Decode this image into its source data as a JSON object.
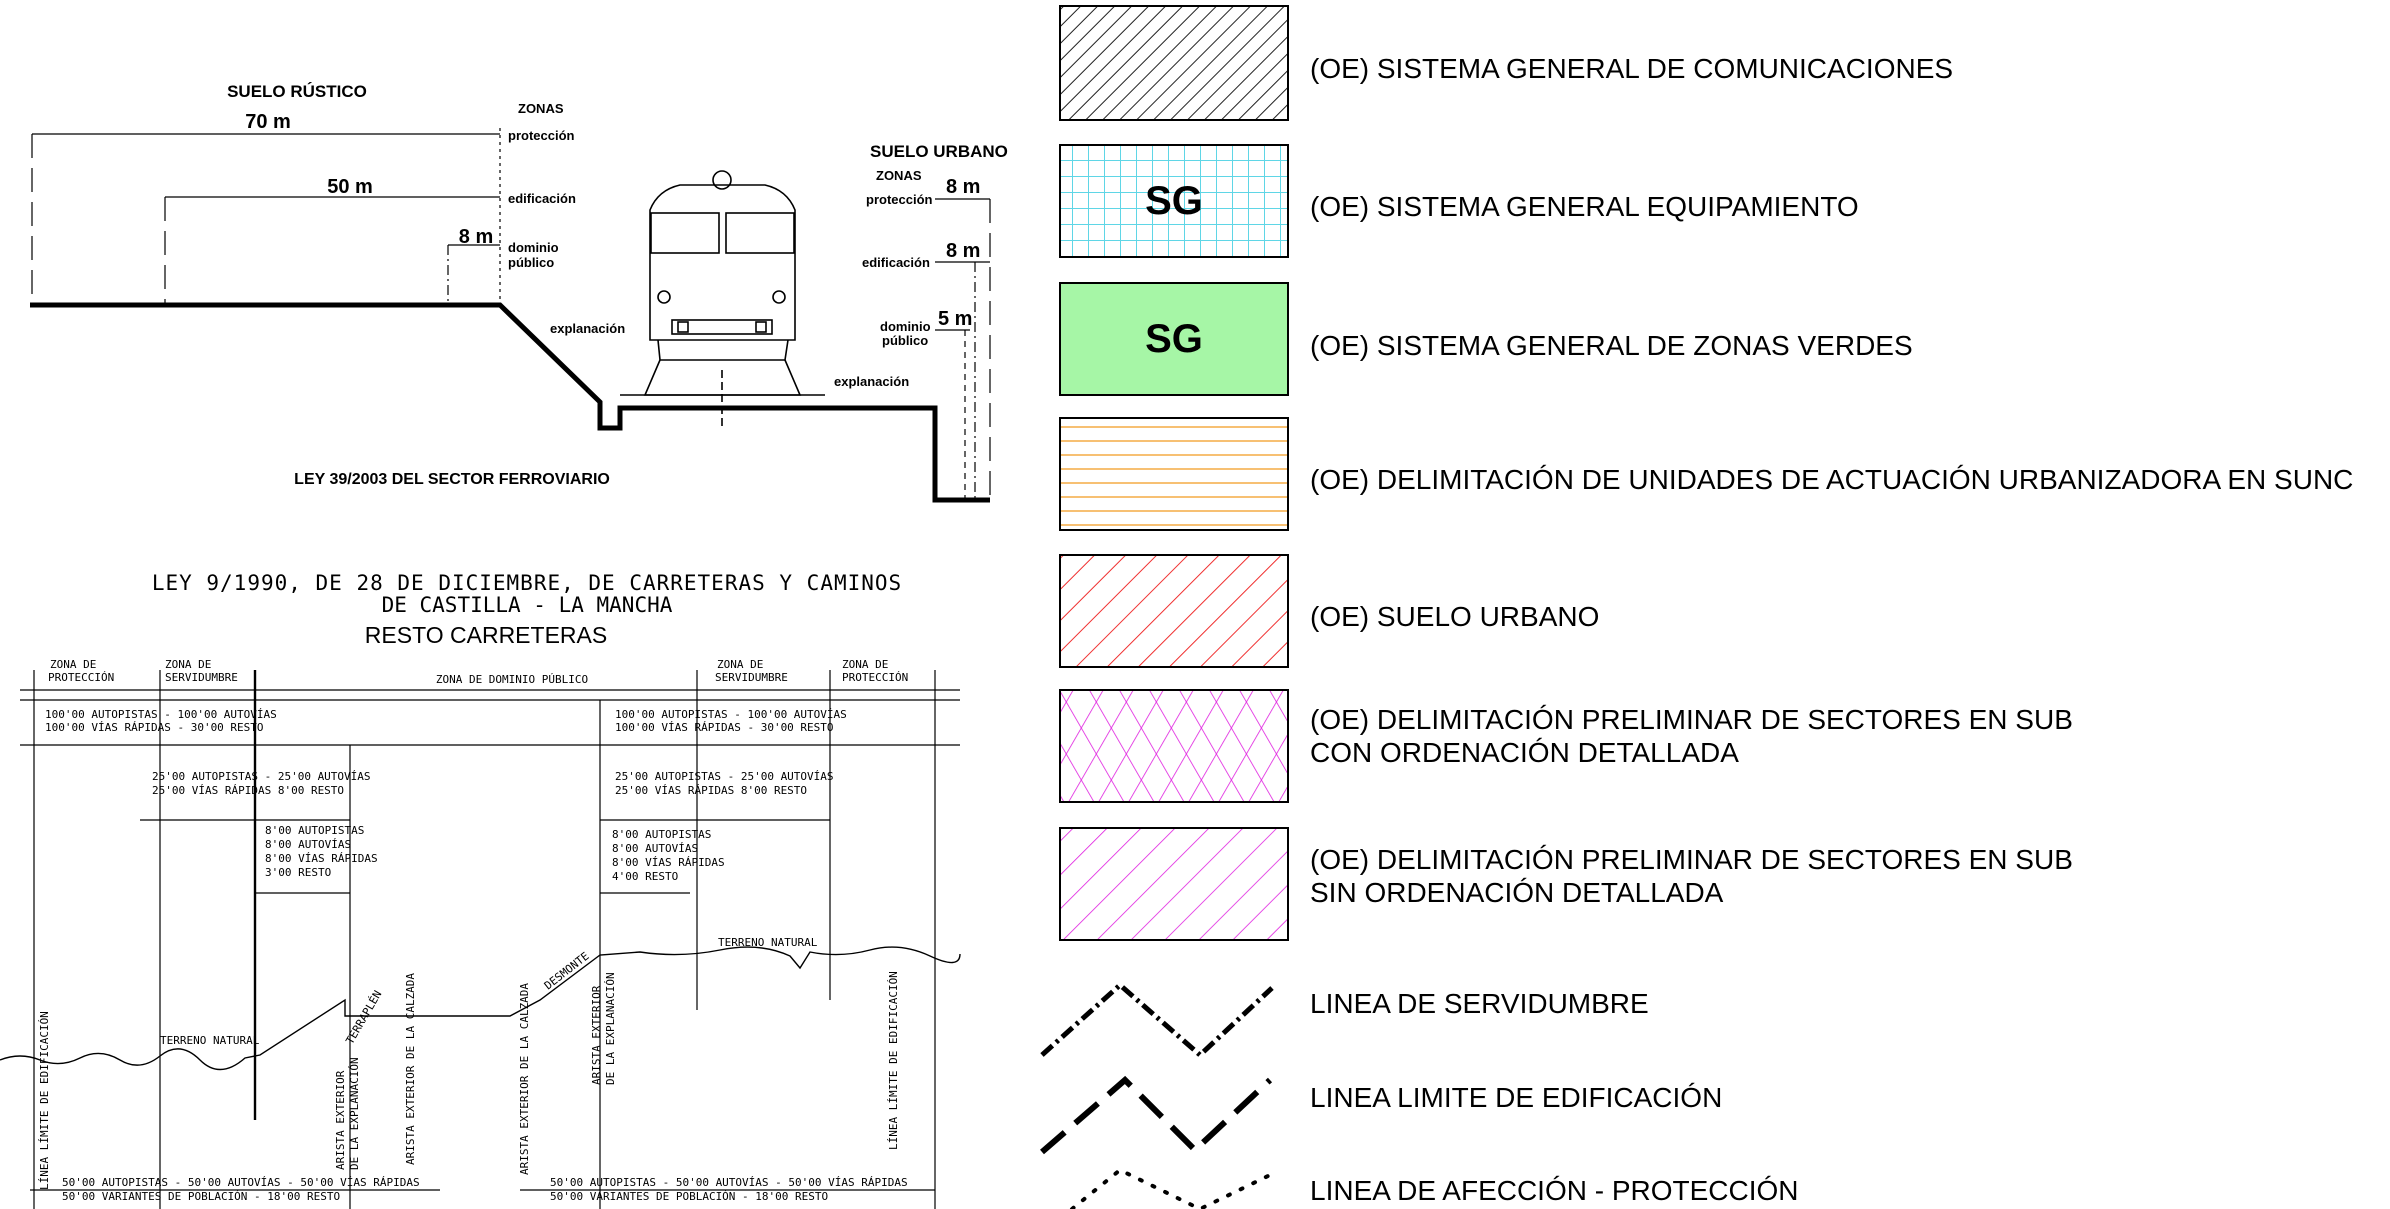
{
  "railway": {
    "left_title": "SUELO RÚSTICO",
    "right_title": "SUELO URBANO",
    "zonas": "ZONAS",
    "proteccion": "protección",
    "edificacion": "edificación",
    "dominio": "dominio",
    "publico": "público",
    "dominio_r": "dominio",
    "publico_r": "público",
    "explanacion_l": "explanación",
    "explanacion_r": "explanación",
    "d70": "70 m",
    "d50": "50 m",
    "d8": "8 m",
    "r8a": "8 m",
    "r8b": "8 m",
    "r5": "5 m",
    "caption": "LEY 39/2003 DEL SECTOR FERROVIARIO"
  },
  "road": {
    "title1": "LEY 9/1990, DE 28 DE DICIEMBRE, DE CARRETERAS Y CAMINOS",
    "title2": "DE CASTILLA - LA MANCHA",
    "title3": "RESTO CARRETERAS",
    "zona_proteccion_1": "ZONA DE",
    "zona_proteccion_2": "PROTECCIÓN",
    "zona_servidumbre_1": "ZONA DE",
    "zona_servidumbre_2": "SERVIDUMBRE",
    "zona_dominio": "ZONA DE DOMINIO PÚBLICO",
    "zona_servidumbre_r1": "ZONA DE",
    "zona_servidumbre_r2": "SERVIDUMBRE",
    "zona_proteccion_r1": "ZONA DE",
    "zona_proteccion_r2": "PROTECCIÓN",
    "l100a": "100'00 AUTOPISTAS - 100'00 AUTOVÍAS",
    "l100b": "100'00 VÍAS RÁPIDAS - 30'00 RESTO",
    "r100a": "100'00 AUTOPISTAS - 100'00 AUTOVÍAS",
    "r100b": "100'00 VÍAS RÁPIDAS - 30'00 RESTO",
    "l25a": "25'00 AUTOPISTAS - 25'00 AUTOVÍAS",
    "l25b": "25'00 VÍAS RÁPIDAS 8'00 RESTO",
    "r25a": "25'00 AUTOPISTAS - 25'00 AUTOVÍAS",
    "r25b": "25'00 VÍAS RÁPIDAS 8'00 RESTO",
    "l8a": "8'00 AUTOPISTAS",
    "l8b": "8'00 AUTOVÍAS",
    "l8c": "8'00 VÍAS RÁPIDAS",
    "l8d": "3'00 RESTO",
    "r8a": "8'00 AUTOPISTAS",
    "r8b": "8'00 AUTOVÍAS",
    "r8c": "8'00 VÍAS RÁPIDAS",
    "r8d": "4'00 RESTO",
    "terreno_l": "TERRENO NATURAL",
    "terreno_r": "TERRENO NATURAL",
    "terraplen": "TERRAPLÉN",
    "desmonte": "DESMONTE",
    "linea_edif_l": "LÍNEA LÍMITE DE EDIFICACIÓN",
    "arista_expl_1": "ARISTA EXTERIOR",
    "arista_expl_2": "DE LA EXPLANACIÓN",
    "arista_calzada": "ARISTA EXTERIOR DE LA CALZADA",
    "arista_calzada_r": "ARISTA EXTERIOR DE LA CALZADA",
    "arista_expl_r1": "ARISTA EXTERIOR",
    "arista_expl_r2": "DE LA EXPLANACIÓN",
    "linea_edif_r": "LÍNEA LÍMITE DE EDIFICACIÓN",
    "b50a": "50'00 AUTOPISTAS - 50'00 AUTOVÍAS - 50'00 VÍAS RÁPIDAS",
    "b50b": "50'00 VARIANTES DE POBLACIÓN - 18'00 RESTO",
    "rb50a": "50'00 AUTOPISTAS - 50'00 AUTOVÍAS - 50'00 VÍAS RÁPIDAS",
    "rb50b": "50'00 VARIANTES DE POBLACIÓN - 18'00 RESTO"
  },
  "legend": {
    "items": [
      {
        "label": "(OE) SISTEMA GENERAL DE COMUNICACIONES",
        "pattern": "diag-black"
      },
      {
        "label": "(OE) SISTEMA GENERAL EQUIPAMIENTO",
        "pattern": "grid-cyan",
        "box_text": "SG"
      },
      {
        "label": "(OE) SISTEMA GENERAL DE ZONAS VERDES",
        "pattern": "solid-green",
        "box_text": "SG"
      },
      {
        "label": "(OE) DELIMITACIÓN DE UNIDADES DE ACTUACIÓN URBANIZADORA EN SUNC",
        "pattern": "horiz-orange"
      },
      {
        "label": "(OE) SUELO URBANO",
        "pattern": "diag-red"
      },
      {
        "label": "(OE) DELIMITACIÓN PRELIMINAR DE SECTORES EN SUB",
        "label2": "CON ORDENACIÓN DETALLADA",
        "pattern": "cross-magenta"
      },
      {
        "label": "(OE) DELIMITACIÓN PRELIMINAR DE SECTORES EN SUB",
        "label2": "SIN ORDENACIÓN DETALLADA",
        "pattern": "diag-magenta"
      }
    ],
    "lines": [
      {
        "label": "LINEA DE SERVIDUMBRE",
        "style": "dash-dot"
      },
      {
        "label": "LINEA LIMITE DE EDIFICACIÓN",
        "style": "dashed"
      },
      {
        "label": "LINEA DE AFECCIÓN - PROTECCIÓN",
        "style": "dotted"
      }
    ],
    "colors": {
      "cyan": "#5fd6e6",
      "green": "#a6f6a6",
      "orange": "#f5b050",
      "red": "#f03030",
      "magenta": "#e020e0"
    }
  }
}
